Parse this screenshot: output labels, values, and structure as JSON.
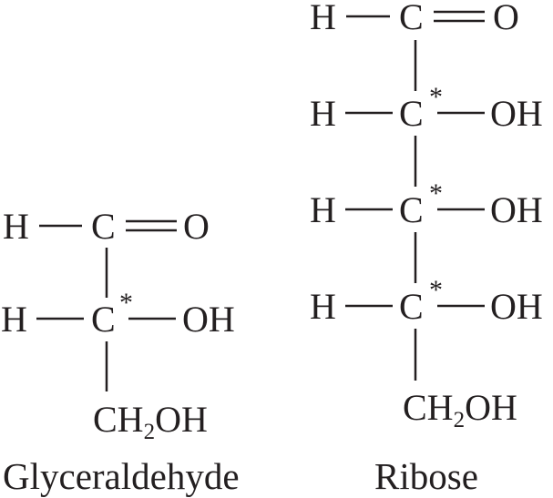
{
  "diagram": {
    "colors": {
      "ink": "#231f20",
      "background": "#ffffff"
    },
    "atoms": {
      "h": "H",
      "c": "C",
      "o": "O",
      "oh": "OH",
      "star": "*",
      "ch2oh_ch": "CH",
      "ch2oh_sub": "2",
      "ch2oh_oh": "OH"
    },
    "molecules": [
      {
        "name": "Glyceraldehyde",
        "chiral_centers": 1
      },
      {
        "name": "Ribose",
        "chiral_centers": 3
      }
    ]
  }
}
